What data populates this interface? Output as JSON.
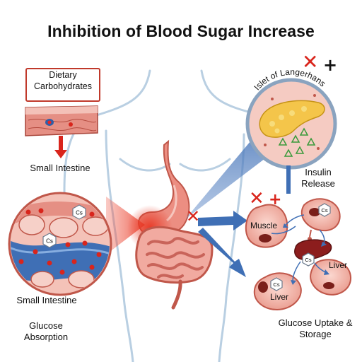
{
  "title": "Inhibition of Blood Sugar Increase",
  "labels": {
    "dietary_carbs": "Dietary Carbohydrates",
    "small_intestine_top": "Small Intestine",
    "islet": "Islet of Langerhans",
    "insulin_release": "Insulin Release",
    "muscle": "Muscle",
    "liver_right": "Liver",
    "liver_bottom": "Liver",
    "small_intestine_bottom": "Small Intestine",
    "glucose_absorption": "Glucose Absorption",
    "glucose_uptake": "Glucose Uptake & Storage",
    "cs": "Cs"
  },
  "marks": {
    "x": "✕",
    "plus": "+"
  },
  "colors": {
    "red": "#d9251c",
    "blue": "#3f6fb5",
    "tissue": "#f2b8ae",
    "fat": "#f4c54a"
  }
}
